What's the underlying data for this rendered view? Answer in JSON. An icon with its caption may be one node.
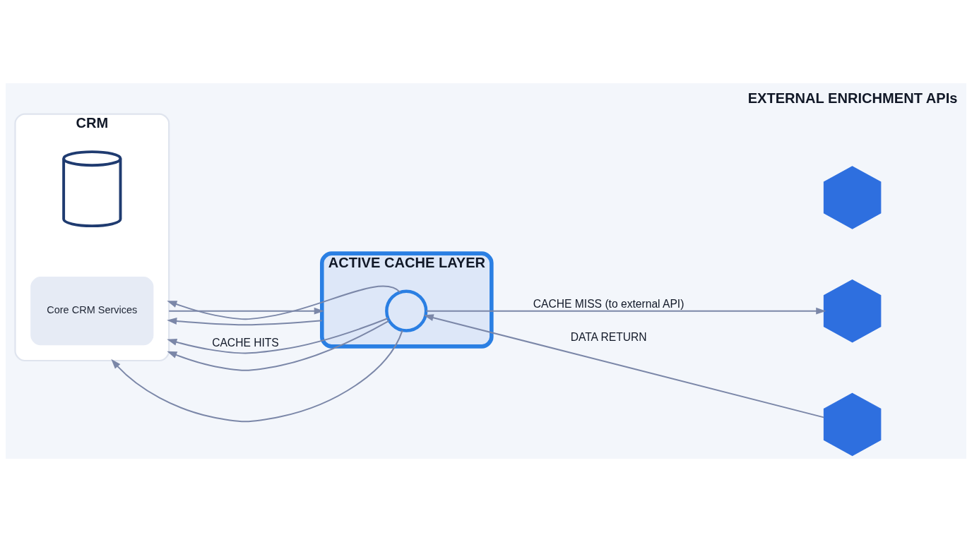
{
  "diagram": {
    "nodes": [
      {
        "text": [
          "CRM"
        ]
      },
      {
        "text": [],
        "shape": "cylinder",
        "in": 0
      },
      {
        "text": [
          "Core CRM Services"
        ],
        "in": 0
      },
      {
        "text": [
          "ACTIVE CACHE LAYER"
        ]
      },
      {
        "text": [],
        "shape": "circle",
        "in": 3
      },
      {
        "text": [],
        "shape": "hexagon"
      },
      {
        "text": [],
        "shape": "hexagon"
      },
      {
        "text": [],
        "shape": "hexagon"
      }
    ],
    "edges": [
      {
        "from": 0,
        "to": 3,
        "arrow": "to"
      },
      {
        "from": 3,
        "to": 0,
        "arrow": "to"
      },
      {
        "from": 4,
        "to": 6,
        "arrow": "to",
        "label": "CACHE MISS (to external API)"
      },
      {
        "from": 7,
        "to": 4,
        "arrow": "to",
        "label": "DATA RETURN"
      },
      {
        "from": 4,
        "to": 0,
        "arrow": "to",
        "label": "CACHE HITS"
      },
      {
        "from": 4,
        "to": 0,
        "arrow": "to"
      },
      {
        "from": 4,
        "to": 0,
        "arrow": "to"
      },
      {
        "from": 4,
        "to": 0,
        "arrow": "to"
      }
    ],
    "labels": [
      "EXTERNAL ENRICHMENT APIs"
    ]
  }
}
